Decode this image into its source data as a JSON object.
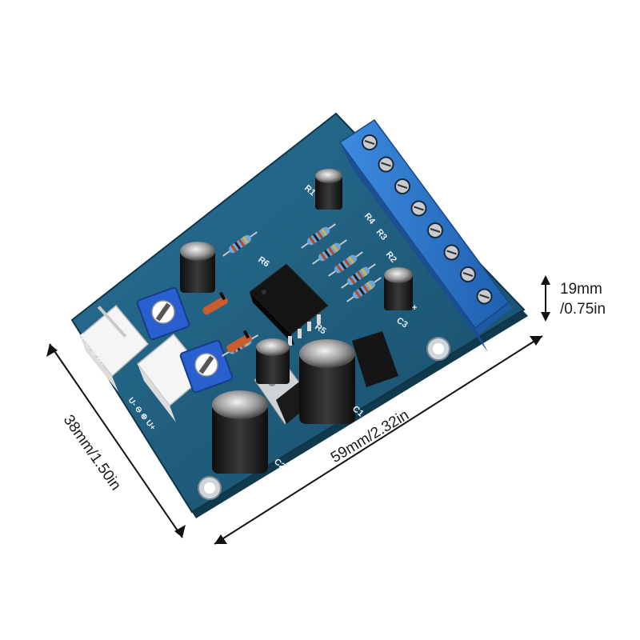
{
  "dimensions": {
    "width_label": "59mm/2.32in",
    "depth_label": "38mm/1.50in",
    "height_line1": "19mm",
    "height_line2": "/0.75in"
  },
  "silkscreen": {
    "r1": "R1",
    "r2": "R2",
    "r3": "R3",
    "r4": "R4",
    "r5": "R5",
    "r6": "R6",
    "c1": "C1",
    "c2": "C2",
    "c3": "C3",
    "conn_a": "U- ⊖ ⊕ U+",
    "conn_b": "U- ⊖ ⊕ U+",
    "plus": "+"
  },
  "colors": {
    "pcb": "#1f5f7e",
    "terminal": "#2f78c8",
    "trimmer": "#2a5fcf",
    "capacitor": "#1b1b1b",
    "connector": "#f2f2f2"
  }
}
